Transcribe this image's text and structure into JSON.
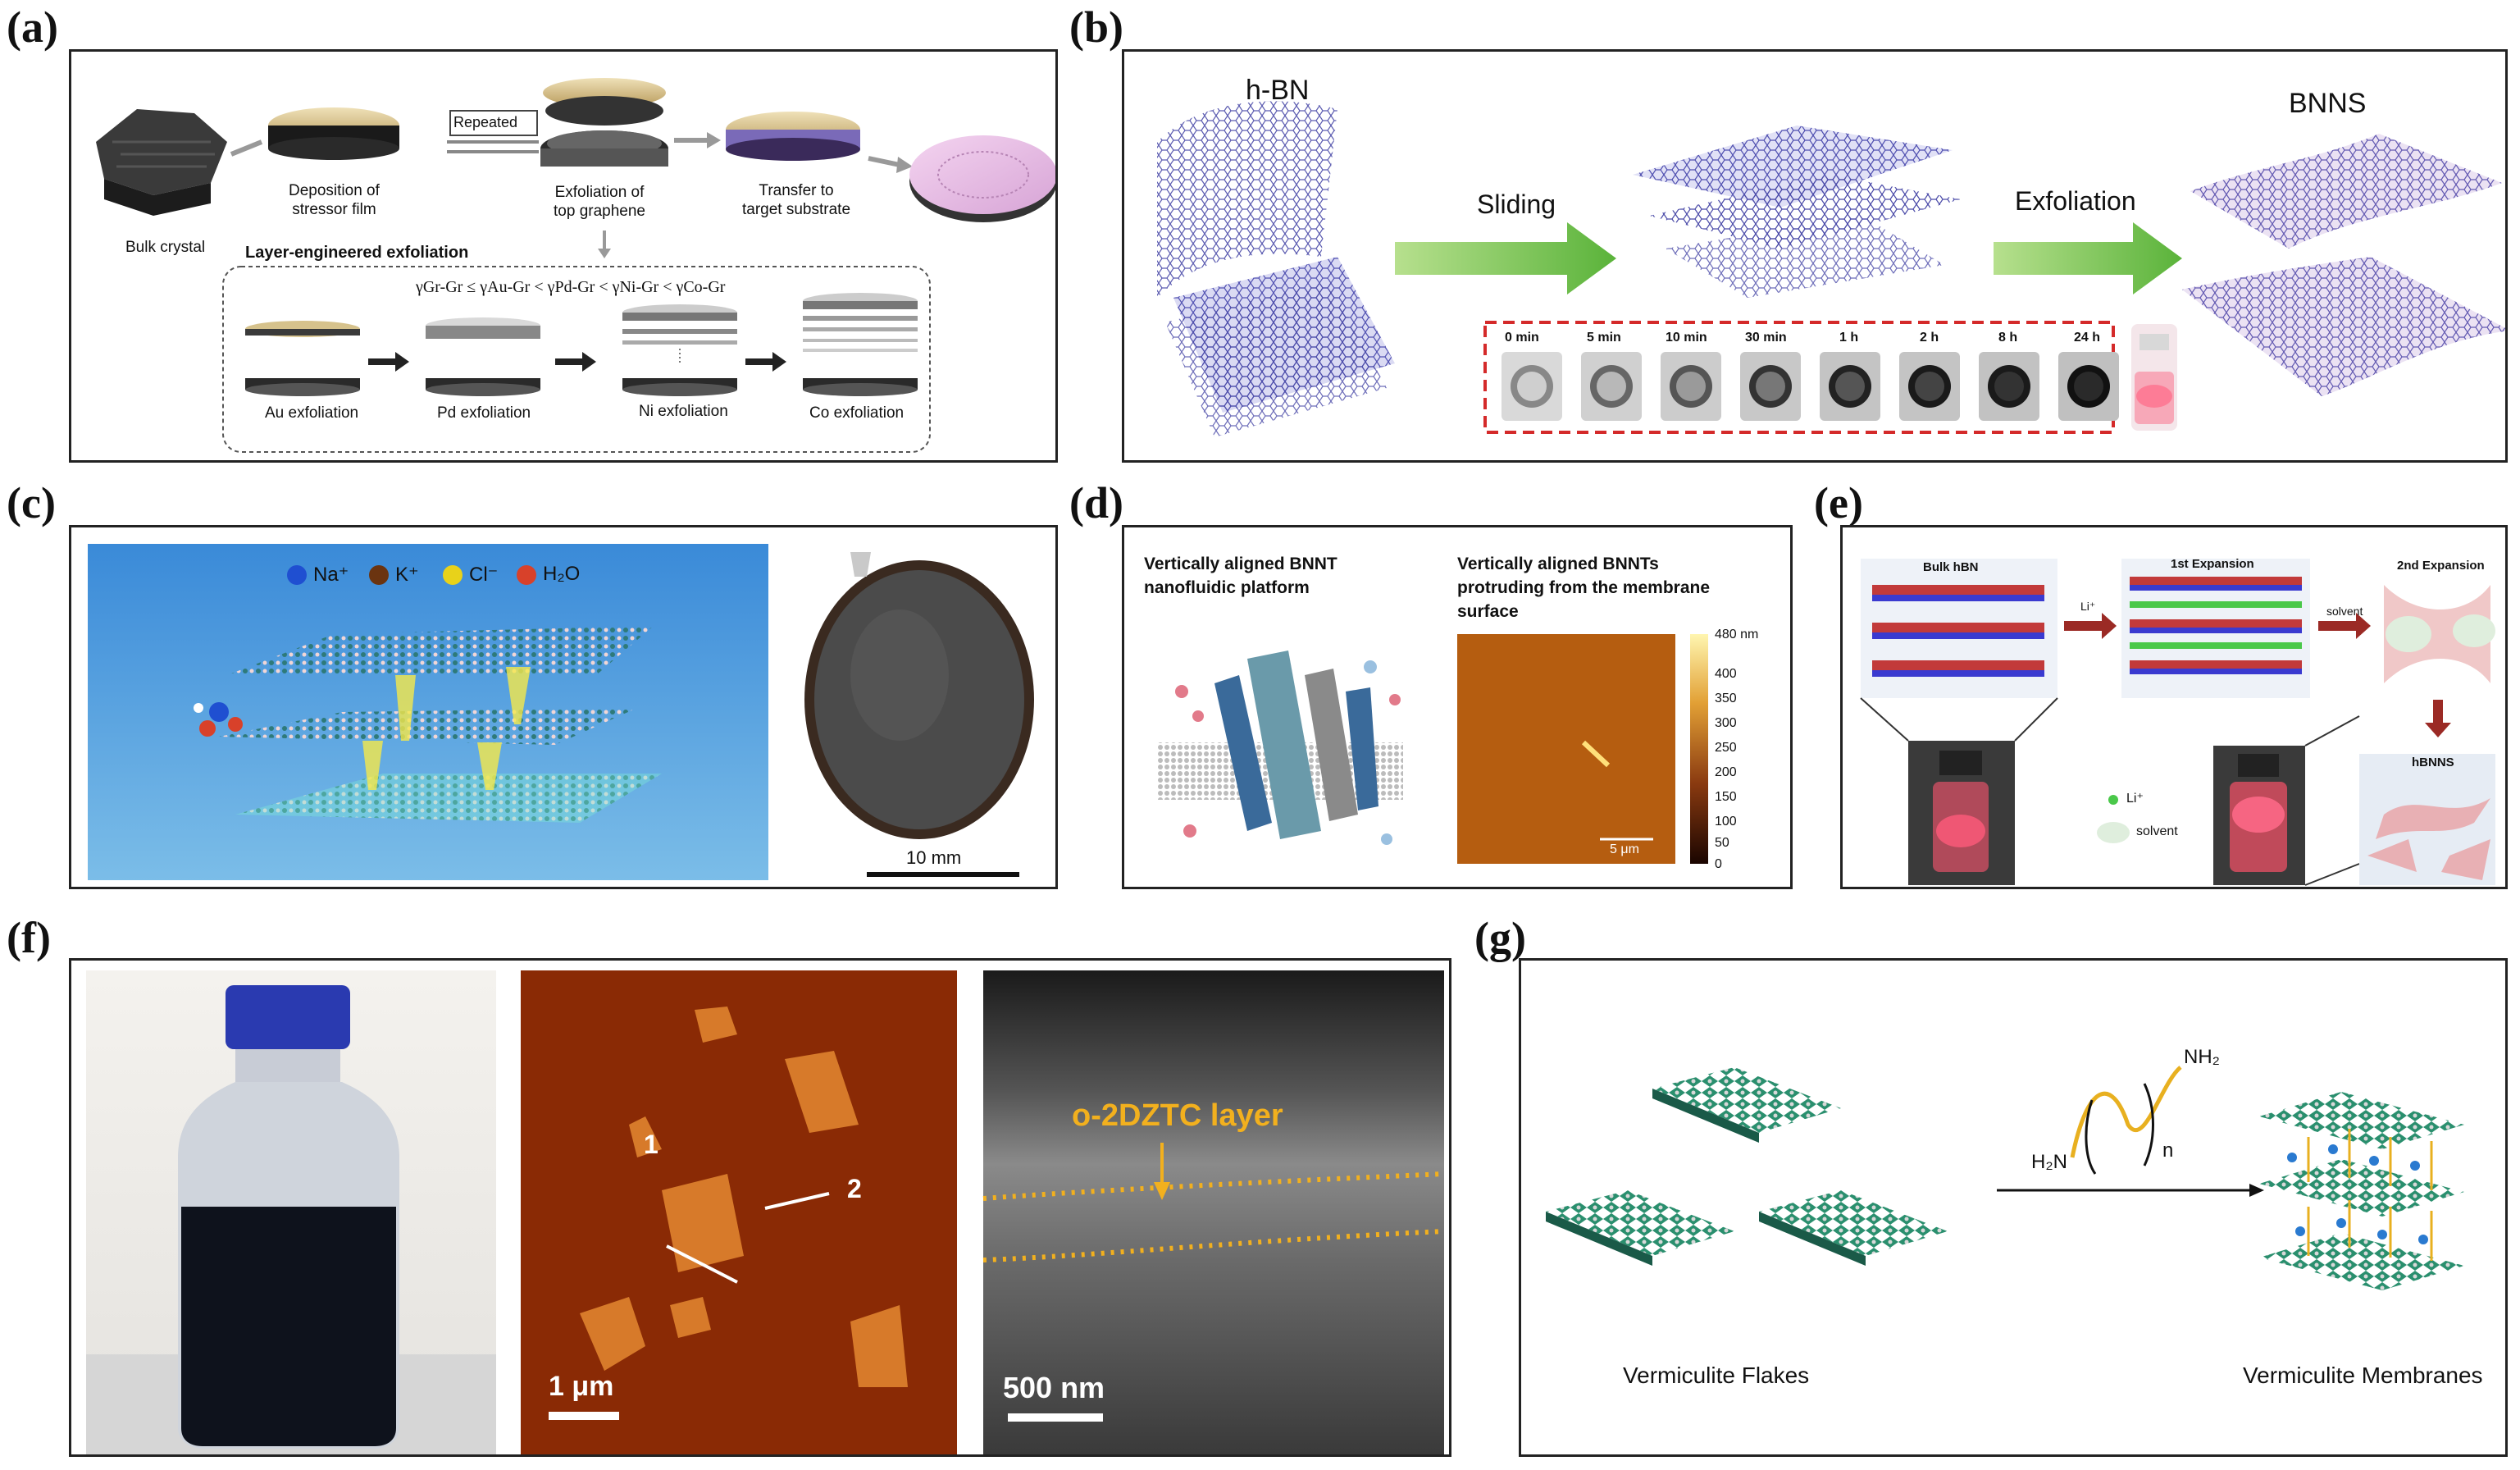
{
  "panels": {
    "a": {
      "letter": "(a)",
      "bulk_crystal": "Bulk crystal",
      "deposition": [
        "Deposition of",
        "stressor film"
      ],
      "repeated": "Repeated",
      "exfoliation_top": [
        "Exfoliation of",
        "top graphene"
      ],
      "transfer": [
        "Transfer to",
        "target substrate"
      ],
      "layer_title": "Layer-engineered exfoliation",
      "inequality": "γGr-Gr ≤ γAu-Gr < γPd-Gr < γNi-Gr < γCo-Gr",
      "steps": [
        "Au exfoliation",
        "Pd exfoliation",
        "Ni exfoliation",
        "Co exfoliation"
      ]
    },
    "b": {
      "letter": "(b)",
      "hbn": "h-BN",
      "sliding": "Sliding",
      "exfoliation": "Exfoliation",
      "bnns": "BNNS",
      "times": [
        "0 min",
        "5 min",
        "10 min",
        "30 min",
        "1 h",
        "2 h",
        "8 h",
        "24 h"
      ]
    },
    "c": {
      "letter": "(c)",
      "legend": [
        "Na⁺",
        "K⁺",
        "Cl⁻",
        "H₂O"
      ],
      "legend_colors": [
        "#1f4fd1",
        "#6b3410",
        "#e8d21a",
        "#d8412a"
      ],
      "scale": "10 mm"
    },
    "d": {
      "letter": "(d)",
      "title_left": [
        "Vertically aligned BNNT",
        "nanofluidic platform"
      ],
      "title_right": [
        "Vertically aligned BNNTs",
        "protruding from the membrane",
        "surface"
      ],
      "colorbar_ticks": [
        "480 nm",
        "400",
        "350",
        "300",
        "250",
        "200",
        "150",
        "100",
        "50",
        "0"
      ],
      "scale": "5 μm"
    },
    "e": {
      "letter": "(e)",
      "bulk": "Bulk hBN",
      "first": "1st Expansion",
      "second": "2nd Expansion",
      "li": "Li⁺",
      "solvent_arrow": "solvent",
      "hbnns": "hBNNS",
      "legend_li": "Li⁺",
      "legend_solvent": "solvent"
    },
    "f": {
      "letter": "(f)",
      "label1": "1",
      "label2": "2",
      "scale_afm": "1 μm",
      "layer": "o-2DZTC layer",
      "scale_sem": "500 nm"
    },
    "g": {
      "letter": "(g)",
      "nh2": "NH₂",
      "h2n": "H₂N",
      "n": "n",
      "flakes": "Vermiculite Flakes",
      "membranes": "Vermiculite Membranes"
    }
  },
  "colors": {
    "arrow_green": "#7cc45a",
    "arrow_red": "#9b2a25",
    "dash_red": "#d42a2a",
    "afm_orange": "#b34a0e",
    "dotted_yellow": "#f2b01e",
    "vermiculite_green": "#2a8f6e"
  }
}
